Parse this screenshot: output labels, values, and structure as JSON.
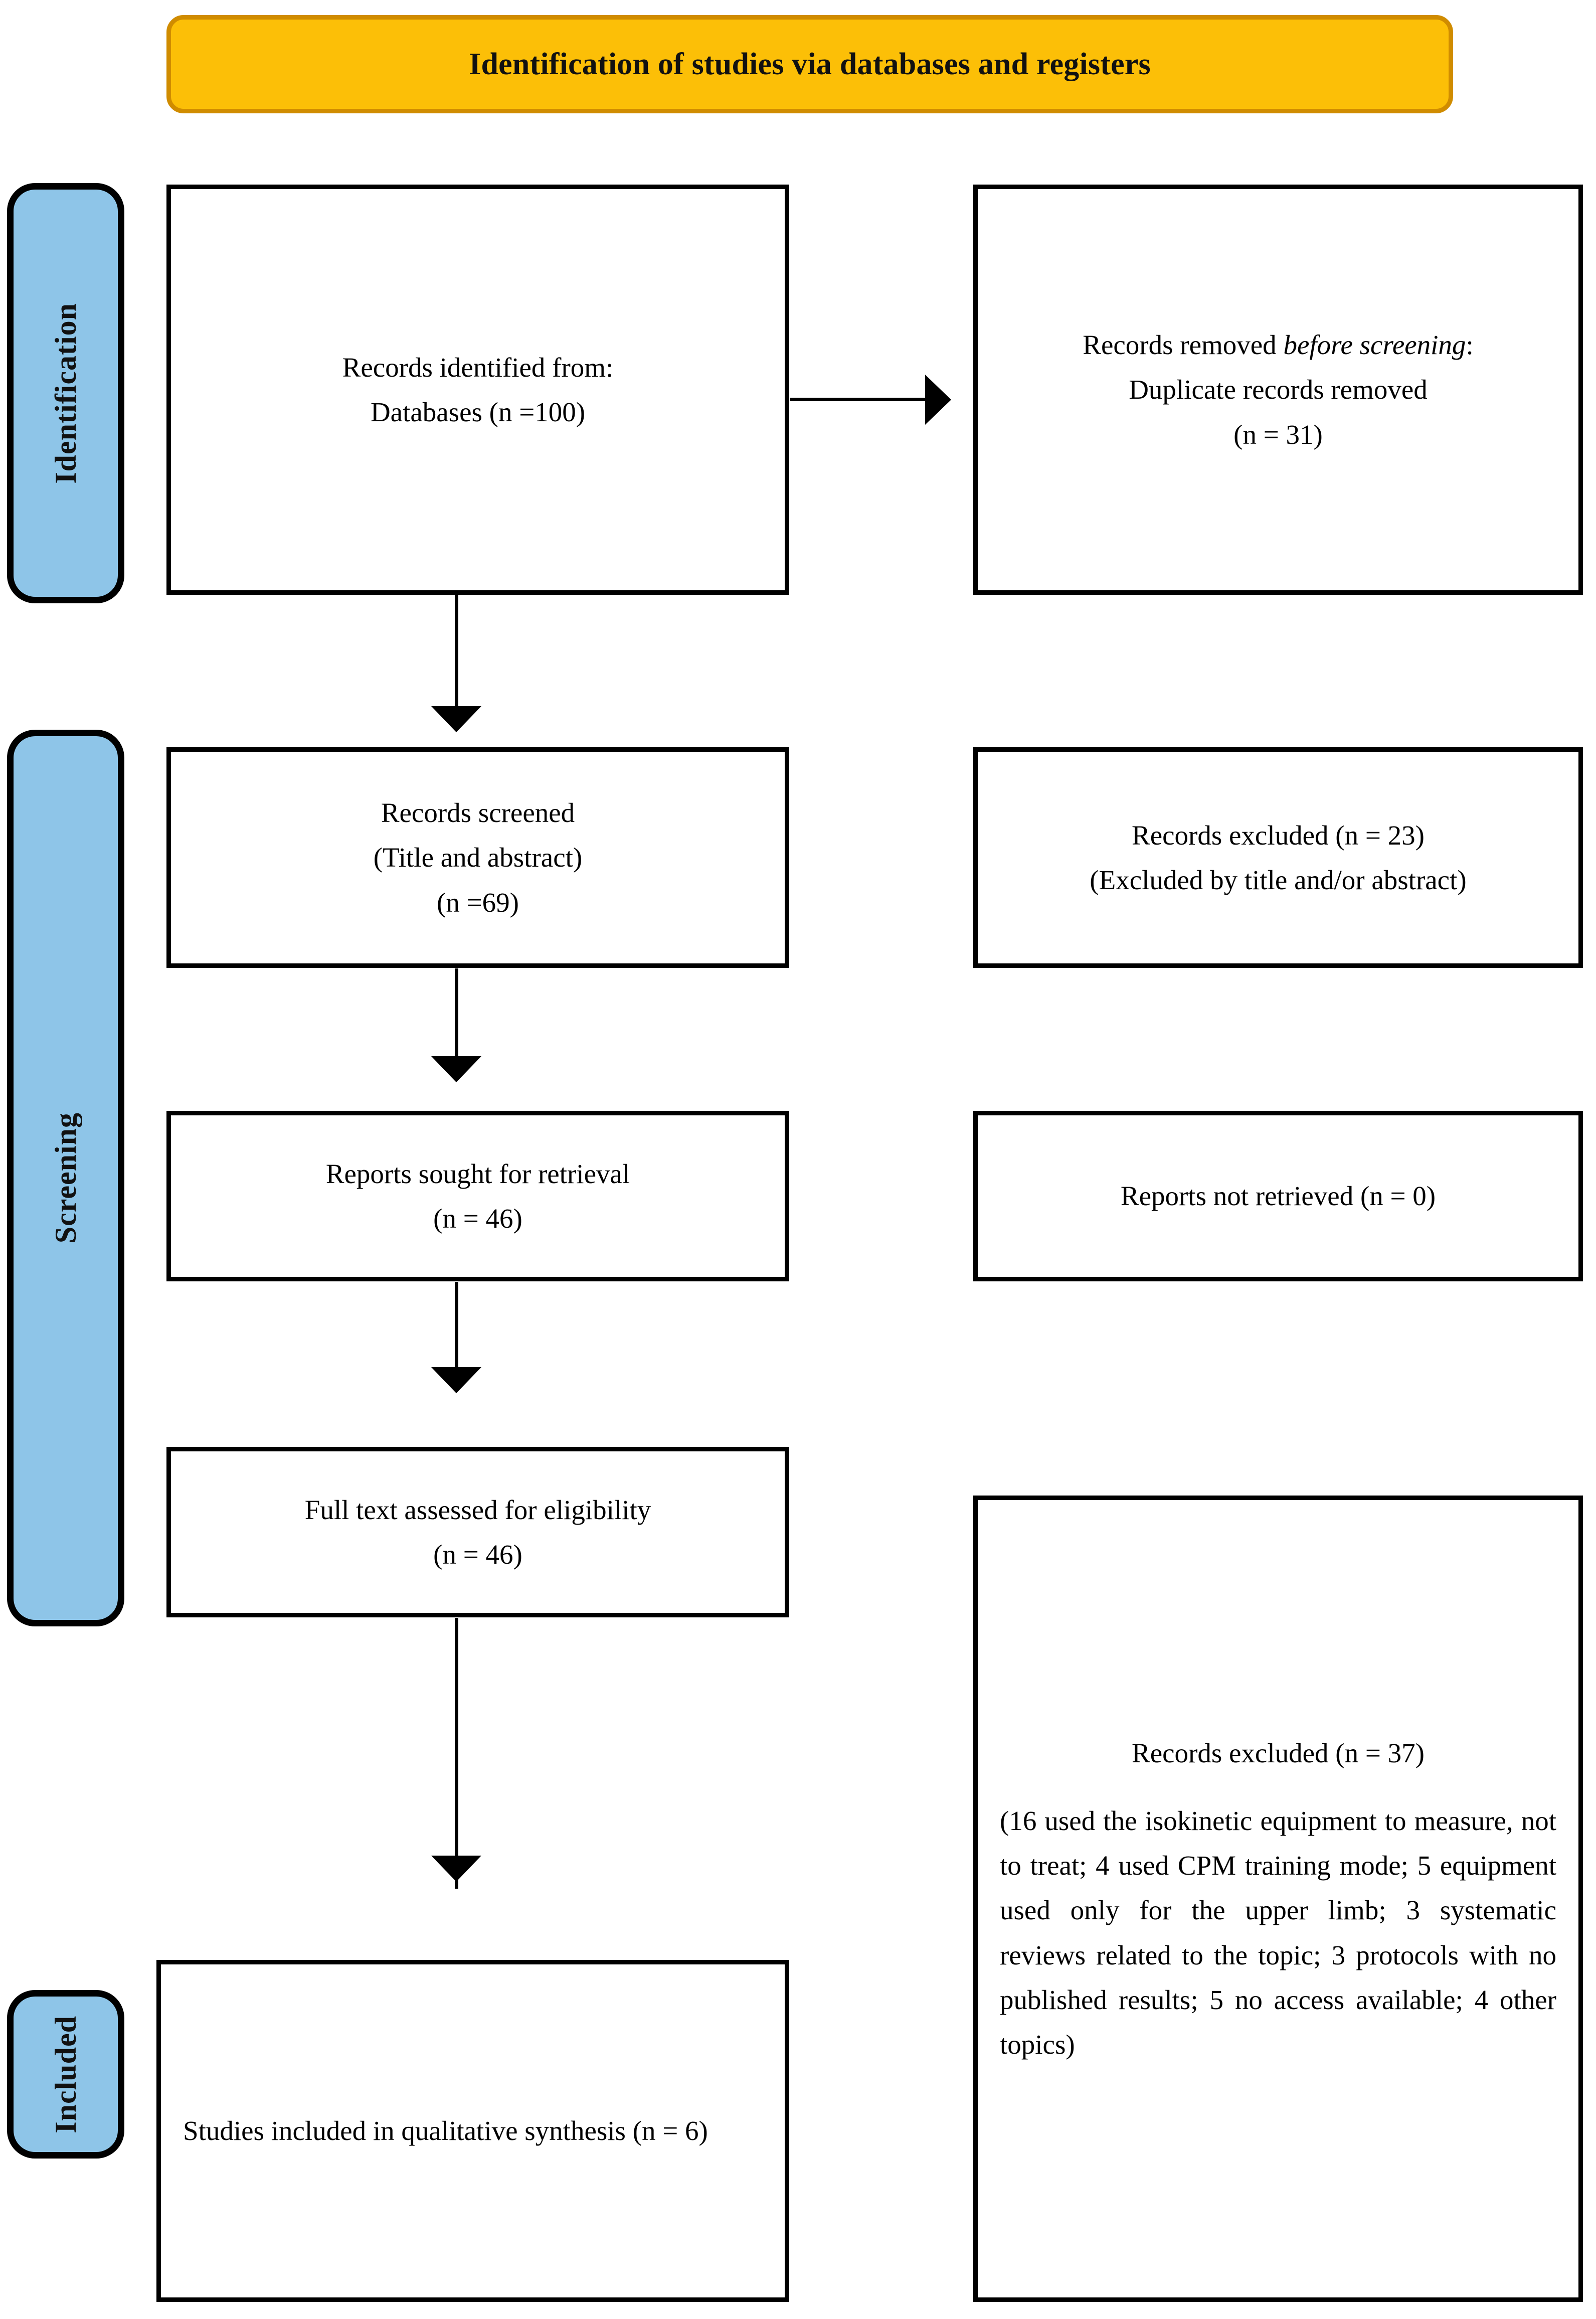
{
  "banner": {
    "title": "Identification of studies via databases and registers",
    "fill_color": "#FCBF07",
    "border_color": "#D08C00"
  },
  "stages": {
    "fill_color": "#8EC5E8",
    "identification": "Identification",
    "screening": "Screening",
    "included": "Included"
  },
  "flow": {
    "identified": {
      "line1": "Records identified from:",
      "line2": "Databases (n =100)"
    },
    "removed": {
      "line1_prefix": "Records removed ",
      "line1_italic": "before screening",
      "line1_suffix": ":",
      "line2": "Duplicate records removed",
      "line3": "(n = 31)"
    },
    "screened": {
      "line1": "Records screened",
      "line2": "(Title and abstract)",
      "line3": "(n =69)"
    },
    "excluded_title_abstract": {
      "line1": "Records excluded (n = 23)",
      "line2": "(Excluded by title and/or abstract)"
    },
    "sought": {
      "line1": "Reports sought for retrieval",
      "line2": "(n = 46)"
    },
    "not_retrieved": {
      "line1": "Reports not retrieved (n = 0)"
    },
    "fulltext": {
      "line1": "Full text assessed for eligibility",
      "line2": "(n = 46)"
    },
    "excluded_fulltext": {
      "line1": "Records excluded (n = 37)",
      "line2": "(16 used the isokinetic equipment to measure, not to treat; 4 used CPM training mode; 5 equipment used only for the upper limb; 3 systematic reviews related to the topic; 3 protocols with no published results; 5 no access available; 4 other topics)"
    },
    "included": {
      "line1": "Studies included in qualitative synthesis (n = 6)"
    }
  },
  "chart_data": {
    "type": "diagram",
    "title": "Identification of studies via databases and registers",
    "stages": [
      "Identification",
      "Screening",
      "Included"
    ],
    "nodes": [
      {
        "id": "identified",
        "stage": "Identification",
        "label": "Records identified from: Databases",
        "n": 100
      },
      {
        "id": "removed",
        "stage": "Identification",
        "label": "Records removed before screening: Duplicate records removed",
        "n": 31
      },
      {
        "id": "screened",
        "stage": "Screening",
        "label": "Records screened (Title and abstract)",
        "n": 69
      },
      {
        "id": "excluded_title_abstract",
        "stage": "Screening",
        "label": "Records excluded (Excluded by title and/or abstract)",
        "n": 23
      },
      {
        "id": "sought",
        "stage": "Screening",
        "label": "Reports sought for retrieval",
        "n": 46
      },
      {
        "id": "not_retrieved",
        "stage": "Screening",
        "label": "Reports not retrieved",
        "n": 0
      },
      {
        "id": "fulltext",
        "stage": "Screening",
        "label": "Full text assessed for eligibility",
        "n": 46
      },
      {
        "id": "excluded_fulltext",
        "stage": "Screening",
        "label": "Records excluded",
        "n": 37
      },
      {
        "id": "included",
        "stage": "Included",
        "label": "Studies included in qualitative synthesis",
        "n": 6
      }
    ],
    "edges": [
      {
        "from": "identified",
        "to": "removed",
        "direction": "right"
      },
      {
        "from": "identified",
        "to": "screened",
        "direction": "down"
      },
      {
        "from": "screened",
        "to": "sought",
        "direction": "down"
      },
      {
        "from": "sought",
        "to": "fulltext",
        "direction": "down"
      },
      {
        "from": "fulltext",
        "to": "included",
        "direction": "down"
      }
    ],
    "exclusion_breakdown": [
      {
        "reason": "used the isokinetic equipment to measure, not to treat",
        "n": 16
      },
      {
        "reason": "used CPM training mode",
        "n": 4
      },
      {
        "reason": "equipment used only for the upper limb",
        "n": 5
      },
      {
        "reason": "systematic reviews related to the topic",
        "n": 3
      },
      {
        "reason": "protocols with no published results",
        "n": 3
      },
      {
        "reason": "no access available",
        "n": 5
      },
      {
        "reason": "other topics",
        "n": 4
      }
    ]
  }
}
